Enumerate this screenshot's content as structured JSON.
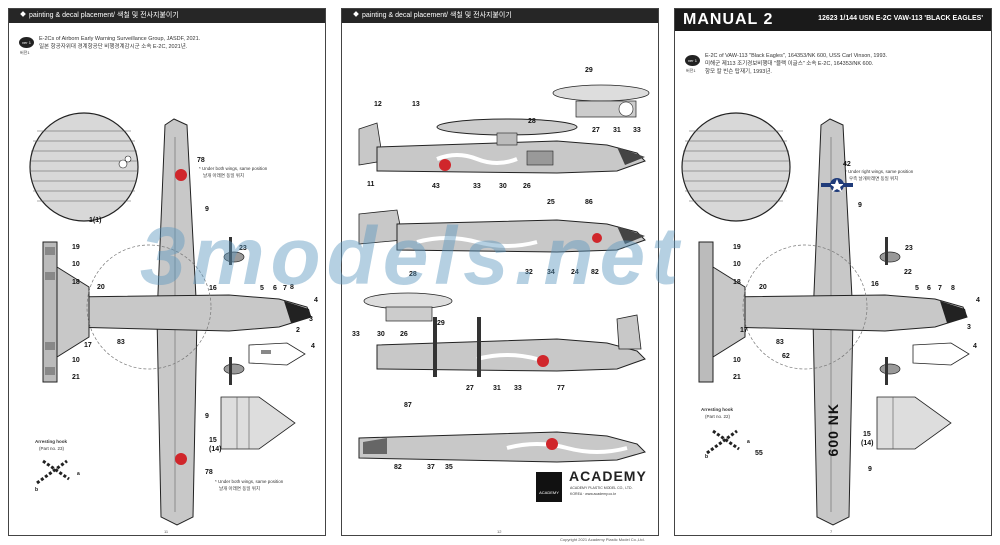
{
  "pages": {
    "left": {
      "header": "painting & decal placement/ 색칠 및 전사지붙이기",
      "badge": "ver 1",
      "badge_sub": "버전1",
      "desc_en": "E-2Cs of Airborn Early Warning Surveillance Group, JASDF, 2021.",
      "desc_ko": "일본 항공자위대 경계항공단 비행경계감시군 소속 E-2C, 2021년.",
      "note_top_en": "* Under both wings, same position",
      "note_top_ko": "날개 아래면 동일 위치",
      "note_bottom_en": "* Under both wings, same position",
      "note_bottom_ko": "날개 아래면 동일 위치",
      "hook_label": "Arresting hook",
      "hook_part": "(Part no. 23)",
      "page_no": "11",
      "callouts": [
        "1(1)",
        "78",
        "9",
        "23",
        "19",
        "10",
        "18",
        "20",
        "16",
        "5",
        "6",
        "7",
        "8",
        "4",
        "3",
        "2",
        "17",
        "83",
        "4",
        "10",
        "21",
        "9",
        "15",
        "(14)",
        "78",
        "a",
        "b"
      ]
    },
    "middle": {
      "header": "painting & decal placement/ 색칠 및 전사지붙이기",
      "page_no": "12",
      "callouts": [
        "12",
        "13",
        "29",
        "28",
        "27",
        "31",
        "33",
        "11",
        "43",
        "33",
        "30",
        "26",
        "25",
        "86",
        "32",
        "34",
        "24",
        "82",
        "28",
        "33",
        "30",
        "26",
        "29",
        "27",
        "31",
        "33",
        "77",
        "87",
        "82",
        "37",
        "35"
      ],
      "academy_box": "ACADEMY",
      "academy_word": "ACADEMY",
      "academy_company": "ACADEMY PLASTIC MODEL CO., LTD.",
      "academy_addr": "KOREA · www.academy.co.kr"
    },
    "right": {
      "title": "MANUAL 2",
      "kit": "12623 1/144 USN E-2C VAW-113 'BLACK EAGLES'",
      "badge": "ver 1",
      "badge_sub": "버전1",
      "desc_en1": "E-2C of VAW-113 \"Black Eagles\", 164353/NK 600, USS Carl Vinson, 1993.",
      "desc_ko1": "미해군 제113 조기경보비행대 \"블랙 이글스\" 소속 E-2C, 164353/NK 600.",
      "desc_ko2": "항모 칼 빈슨 탑재기, 1993년.",
      "note_en": "* Under right wings, same position",
      "note_ko": "우측 날개아래면 동일 위치",
      "tail_code": "600 NK",
      "hook_label": "Arresting hook",
      "hook_part": "(Part no. 22)",
      "page_no": "7",
      "callouts": [
        "42",
        "9",
        "23",
        "19",
        "10",
        "18",
        "22",
        "20",
        "16",
        "5",
        "6",
        "7",
        "8",
        "4",
        "3",
        "17",
        "83",
        "62",
        "4",
        "10",
        "21",
        "55",
        "15",
        "(14)",
        "9",
        "a",
        "b"
      ]
    }
  },
  "copyright": "Copyright 2021 Academy Plastic Model Co.,Ltd.",
  "watermark": "3models.net",
  "colors": {
    "header_bg": "#262626",
    "aircraft_grey": "#c8c8c8",
    "hinomaru": "#d0262b",
    "usn_blue": "#1f3b7a",
    "watermark": "#5a96be"
  }
}
